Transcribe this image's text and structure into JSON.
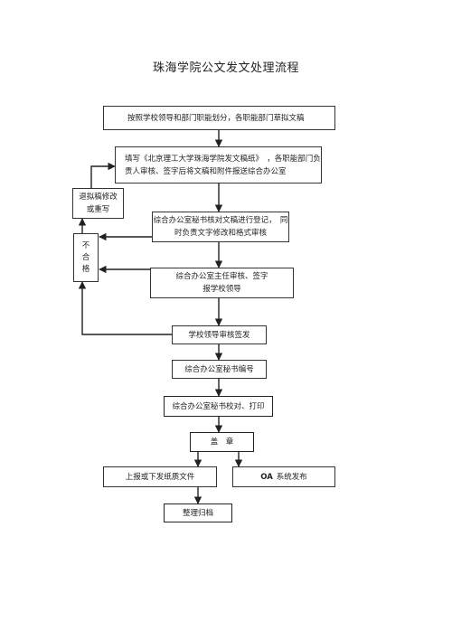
{
  "title": "珠海学院公文发文处理流程",
  "steps": {
    "step1": "按照学校领导和部门职能划分，各职能部门草拟文稿",
    "step2": "填写《北京理工大学珠海学院发文稿纸》　，各职能部门负\n责人审核、签字后将文稿和附件报送综合办公室",
    "step3": "综合办公室秘书核对文稿进行登记，　同\n时负责文字修改和格式审核",
    "step4": "综合办公室主任审核、签字\n报学校领导",
    "step5": "学校领导审核签发",
    "step6": "综合办公室秘书编号",
    "step7": "综合办公室秘书校对、打印",
    "step8": "盖　章",
    "step9": "上报或下发纸质文件",
    "step10_oa": "OA",
    "step10_text": "系统发布",
    "step11": "整理归档"
  },
  "side": {
    "revise": "退拟稿修改\n或重写",
    "reject": "不\n合\n格"
  },
  "colors": {
    "line": "#222222",
    "border": "#333333"
  }
}
